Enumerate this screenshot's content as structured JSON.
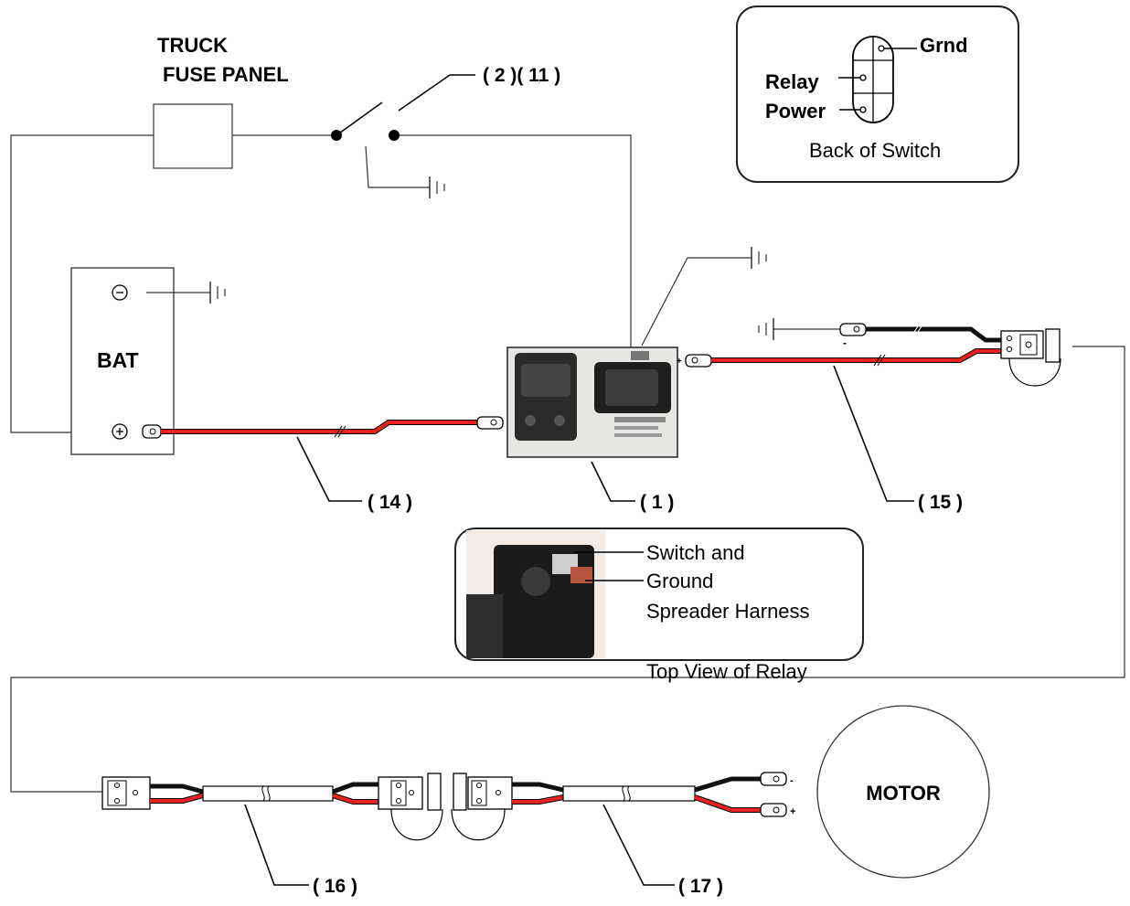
{
  "title_line1": "TRUCK",
  "title_line2": "FUSE PANEL",
  "switch_callout": "( 2 )( 11 )",
  "switch_detail": {
    "grnd": "Grnd",
    "relay": "Relay",
    "power": "Power",
    "caption": "Back of Switch"
  },
  "battery": {
    "label": "BAT",
    "neg": "−",
    "pos": "+"
  },
  "callouts": {
    "c14": "( 14 )",
    "c1": "( 1 )",
    "c15": "( 15 )",
    "c16": "( 16 )",
    "c17": "( 17 )"
  },
  "relay_detail": {
    "line1": "Switch and",
    "line2": "Ground",
    "line3": "Spreader Harness",
    "caption": "Top View of Relay"
  },
  "motor": {
    "label": "MOTOR",
    "neg": "-",
    "pos": "+"
  },
  "relay_plus": "+",
  "harness_minus": "-",
  "colors": {
    "wire_red": "#e8231f",
    "wire_black": "#111111",
    "line": "#333333"
  }
}
